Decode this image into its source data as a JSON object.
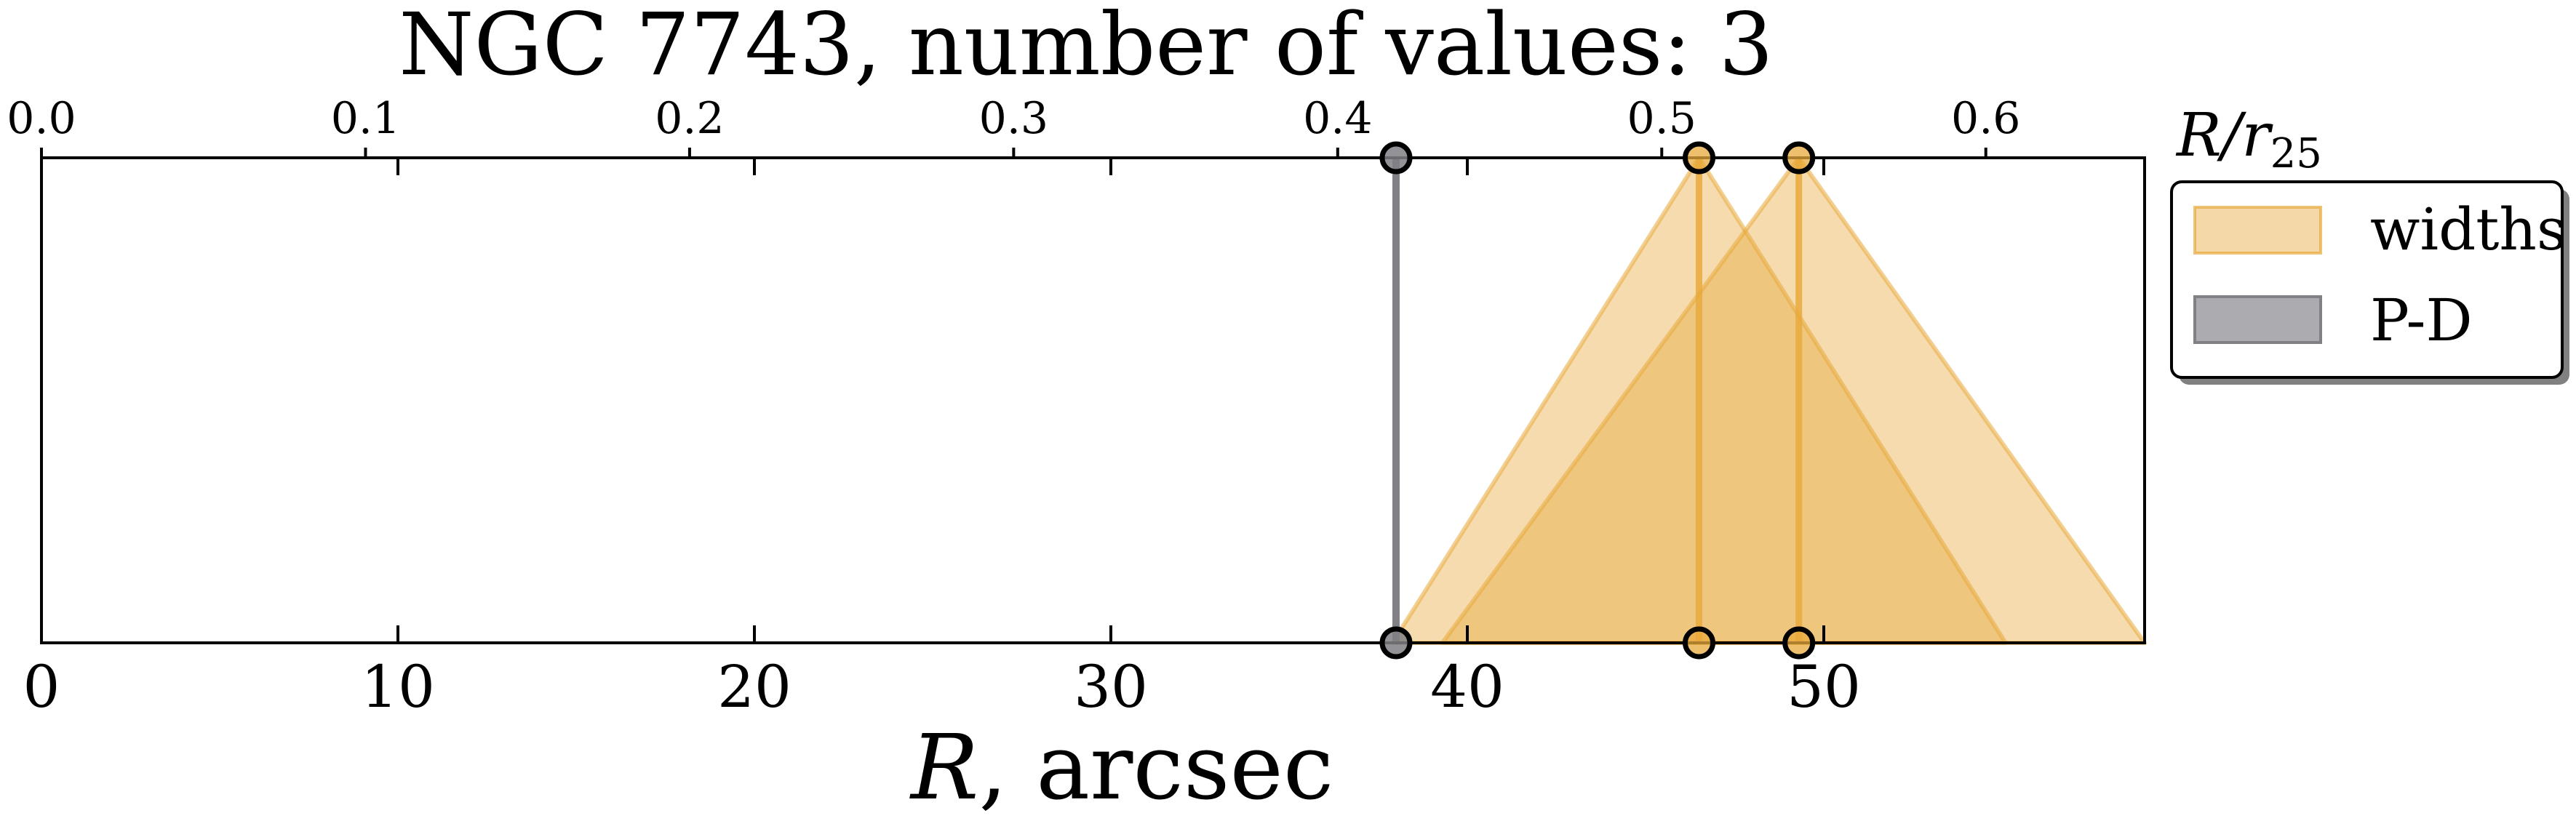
{
  "chart_data": {
    "type": "area",
    "title": "NGC 7743, number of values: 3",
    "xlabel": "R, arcsec",
    "xlabel_main": "R",
    "xlabel_suffix": ", arcsec",
    "top_axis_label": "R/r25",
    "top_axis_label_main": "R/r",
    "top_axis_label_sub": "25",
    "xlim": [
      0,
      59
    ],
    "x_ticks": [
      0,
      10,
      20,
      30,
      40,
      50
    ],
    "top_xlim": [
      0.0,
      0.649
    ],
    "top_ticks": [
      "0.0",
      "0.1",
      "0.2",
      "0.3",
      "0.4",
      "0.5",
      "0.6"
    ],
    "ylim": [
      0,
      1
    ],
    "grid": false,
    "legend_position": "upper right, outside the axes",
    "legend": [
      {
        "label": "widths",
        "color": "#e8a93c"
      },
      {
        "label": "P-D",
        "color": "#808085"
      }
    ],
    "series": [
      {
        "name": "widths",
        "kind": "triangle",
        "center": 46.5,
        "left": 37.9,
        "right": 55.1
      },
      {
        "name": "widths",
        "kind": "triangle",
        "center": 49.3,
        "left": 39.3,
        "right": 59.0
      },
      {
        "name": "P-D",
        "kind": "vline",
        "x": 38.0
      }
    ]
  },
  "colors": {
    "widths_fill": "#e8a93c",
    "widths_line": "#e8a93c",
    "pd_line": "#808085",
    "axis": "#000000"
  }
}
